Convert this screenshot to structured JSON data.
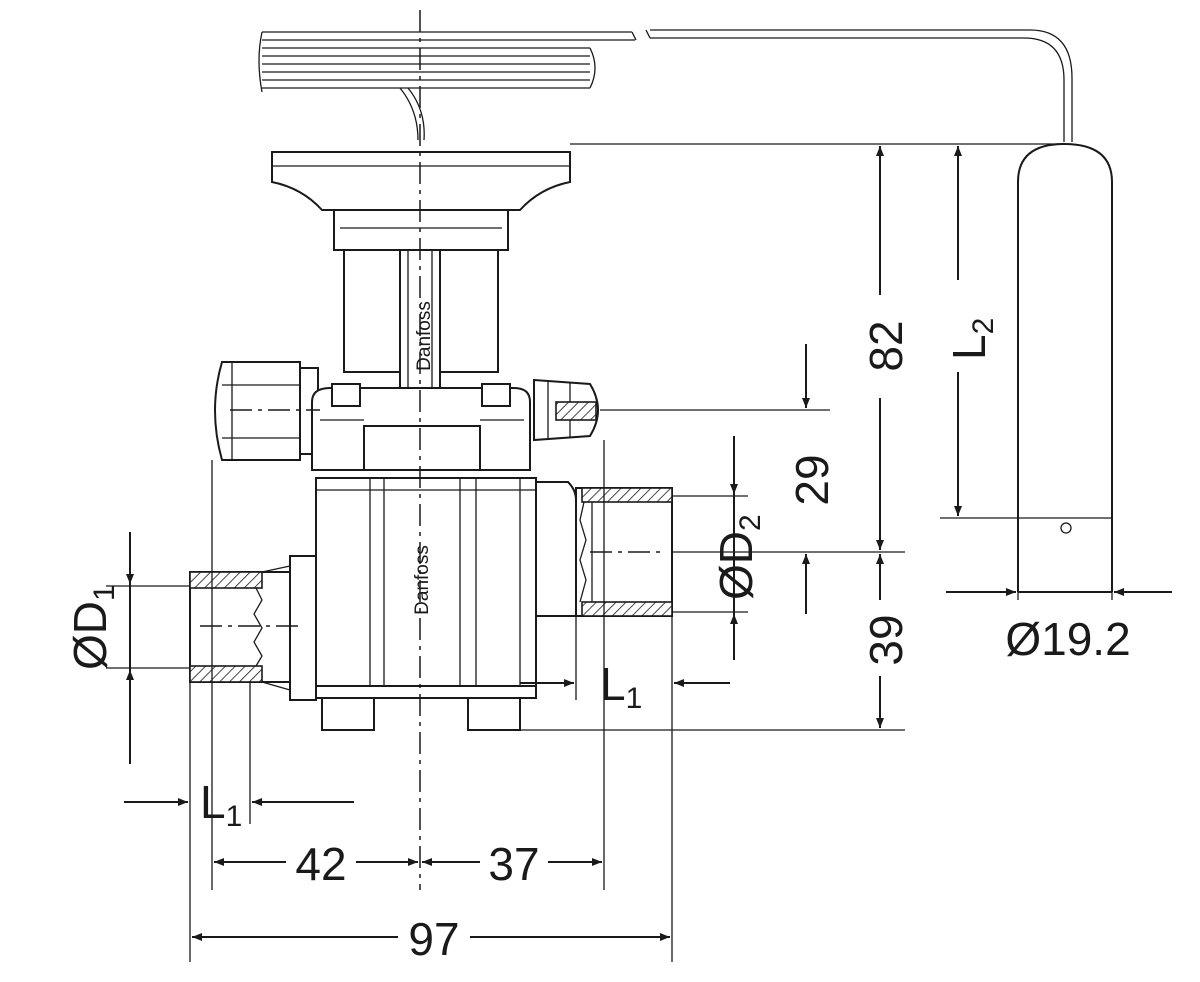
{
  "dimensions": {
    "width_total": "97",
    "left_to_center": "42",
    "center_to_right": "37",
    "height_total": "82",
    "upper_offset": "29",
    "lower_offset": "39",
    "bulb_diameter": "Ø19.2",
    "inlet_diameter": {
      "symbol": "ØD",
      "subscript": "1"
    },
    "outlet_diameter": {
      "symbol": "ØD",
      "subscript": "2"
    },
    "inlet_length": {
      "symbol": "L",
      "subscript": "1"
    },
    "outlet_length": {
      "symbol": "L",
      "subscript": "1"
    },
    "bulb_length": {
      "symbol": "L",
      "subscript": "2"
    }
  },
  "branding": {
    "neck_label": "Danfoss",
    "body_label": "Danfoss"
  }
}
